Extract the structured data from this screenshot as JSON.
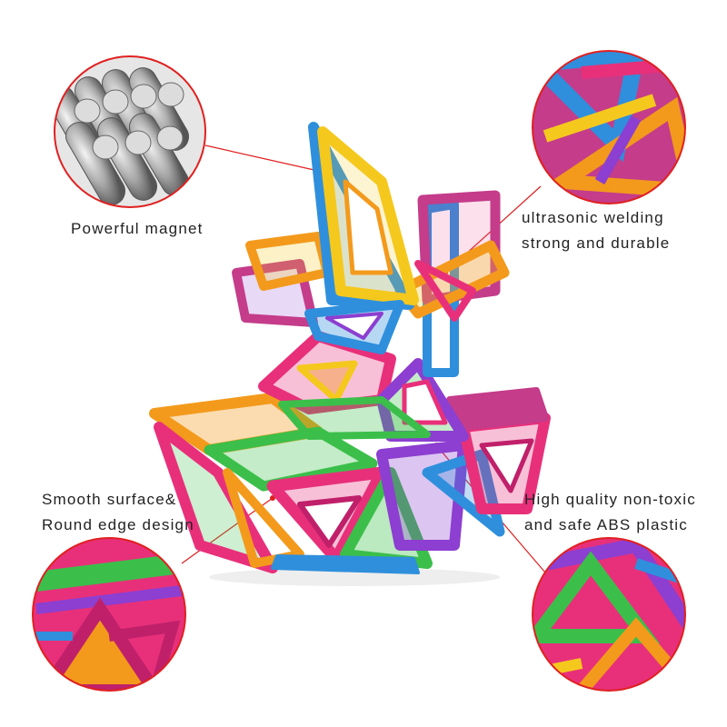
{
  "annotations": {
    "magnet": "Powerful magnet",
    "welding": [
      "ultrasonic welding",
      "strong and durable"
    ],
    "smooth": [
      "Smooth surface&",
      "Round edge design"
    ],
    "abs": [
      "High quality non-toxic",
      "and safe ABS plastic"
    ]
  },
  "colors": {
    "callout": "#e02020",
    "tile_pink": "#e8307a",
    "tile_orange": "#f39a1c",
    "tile_blue": "#2f8fdc",
    "tile_green": "#3bbf4a",
    "tile_purple": "#8c3fd0",
    "tile_yellow": "#f5c81e"
  }
}
